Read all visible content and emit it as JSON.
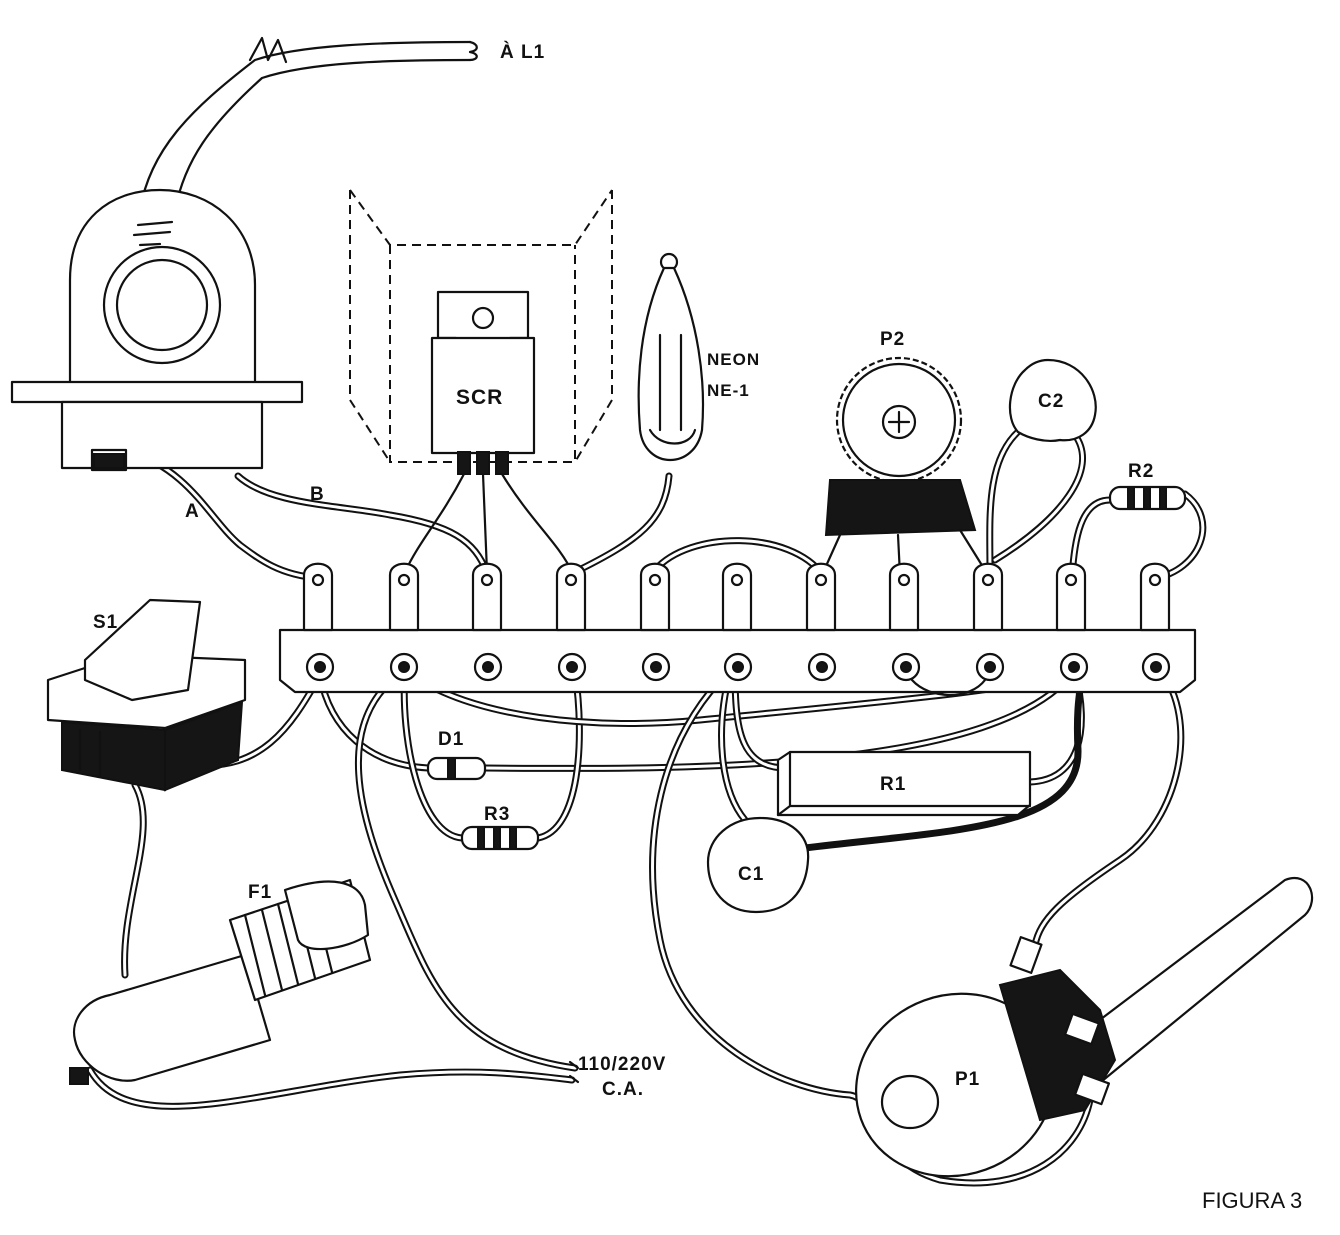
{
  "labels": {
    "l1": "À L1",
    "neon_line1": "NEON",
    "neon_line2": "NE-1",
    "scr": "SCR",
    "p2": "P2",
    "c2": "C2",
    "r2": "R2",
    "a": "A",
    "b": "B",
    "s1": "S1",
    "d1": "D1",
    "r1": "R1",
    "r3": "R3",
    "c1": "C1",
    "f1": "F1",
    "mains_line1": "110/220V",
    "mains_line2": "C.A.",
    "p1": "P1"
  },
  "caption": "FIGURA 3",
  "colors": {
    "ink": "#111111",
    "paper": "#ffffff"
  }
}
